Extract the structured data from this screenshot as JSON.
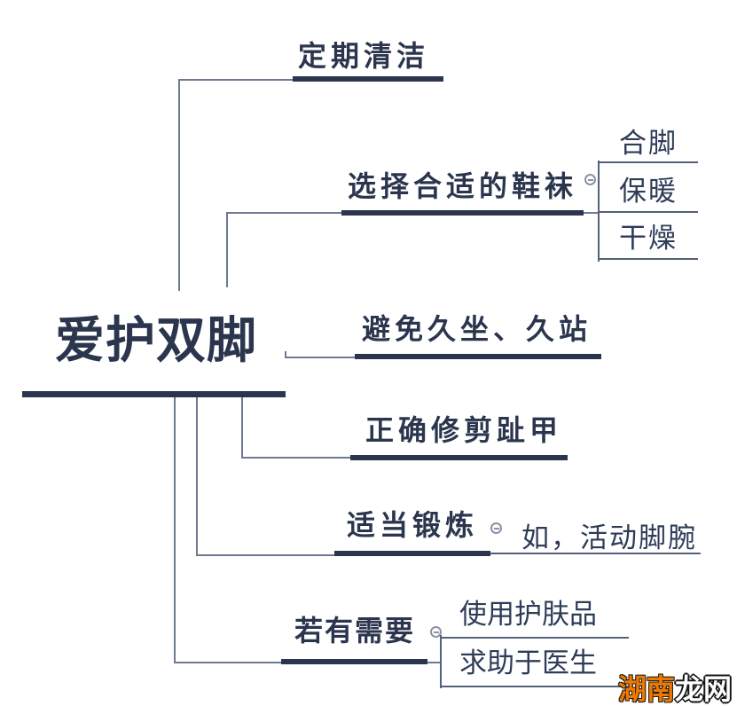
{
  "root": {
    "label": "爱护双脚"
  },
  "branches": [
    {
      "label": "定期清洁",
      "children": []
    },
    {
      "label": "选择合适的鞋袜",
      "children": [
        "合脚",
        "保暖",
        "干燥"
      ]
    },
    {
      "label": "避免久坐、久站",
      "children": []
    },
    {
      "label": "正确修剪趾甲",
      "children": []
    },
    {
      "label": "适当锻炼",
      "children": [
        "如，活动脚腕"
      ]
    },
    {
      "label": "若有需要",
      "children": [
        "使用护肤品",
        "求助于医生"
      ]
    }
  ],
  "toggles": {
    "type": "collapse-minus-circle",
    "count": 3
  },
  "watermark": {
    "text_orange": "湖南",
    "text_outline": "龙网"
  },
  "colors": {
    "node_text": "#2b364e",
    "thick_underline": "#2b364e",
    "thin_connector": "#6e7a92",
    "child_underline": "#55607a",
    "toggle_stroke": "#8a93a6",
    "watermark_orange": "#f07800",
    "watermark_outline": "#161616",
    "background": "#ffffff"
  }
}
